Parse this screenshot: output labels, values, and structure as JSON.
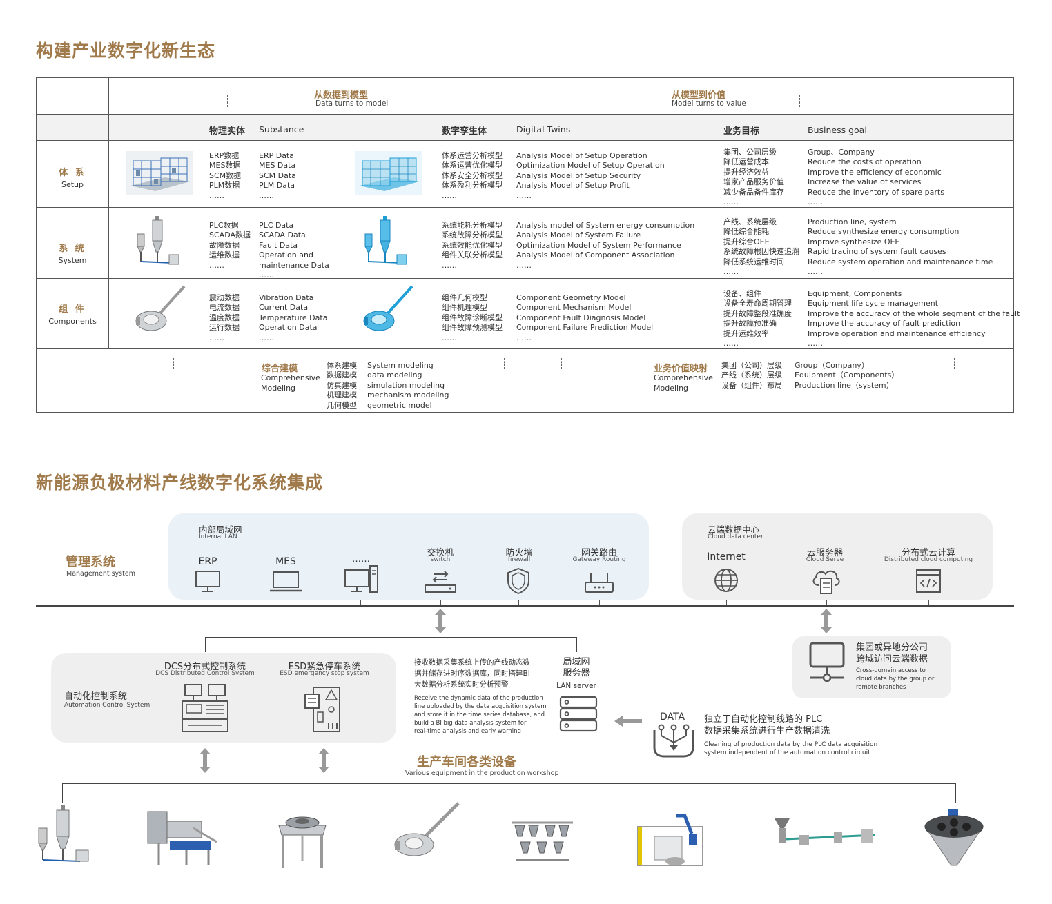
{
  "section1": {
    "title": "构建产业数字化新生态",
    "banner_left_cn": "从数据到模型",
    "banner_left_en": "Data turns to model",
    "banner_right_cn": "从模型到价值",
    "banner_right_en": "Model turns to value",
    "headers": {
      "substance_cn": "物理实体",
      "substance_en": "Substance",
      "twins_cn": "数字孪生体",
      "twins_en": "Digital Twins",
      "goal_cn": "业务目标",
      "goal_en": "Business goal"
    },
    "rows": [
      {
        "name_cn": "体 系",
        "name_en": "Setup",
        "data_cn": [
          "ERP数据",
          "MES数据",
          "SCM数据",
          "PLM数据",
          "……"
        ],
        "data_en": [
          "ERP Data",
          "MES Data",
          "SCM Data",
          "PLM Data",
          "……"
        ],
        "model_cn": [
          "体系运营分析模型",
          "体系运营优化模型",
          "体系安全分析模型",
          "体系盈利分析模型",
          "……"
        ],
        "model_en": [
          "Analysis Model of Setup Operation",
          "Optimization Model of Setup Operation",
          "Analysis Model of Setup Security",
          "Analysis Model of Setup Profit",
          "……"
        ],
        "goal_cn": [
          "集团、公司层级",
          "降低运营成本",
          "提升经济效益",
          "增家产品服务价值",
          "减少备品备件库存",
          "……"
        ],
        "goal_en": [
          "Group、Company",
          "Reduce the costs of operation",
          "Improve the efficiency of economic",
          "Increase the value of services",
          "Reduce the inventory of spare parts",
          "……"
        ]
      },
      {
        "name_cn": "系 统",
        "name_en": "System",
        "data_cn": [
          "PLC数据",
          "SCADA数据",
          "故障数据",
          "运维数据",
          "……"
        ],
        "data_en": [
          "PLC Data",
          "SCADA Data",
          "Fault Data",
          "Operation and",
          "maintenance Data",
          "……"
        ],
        "model_cn": [
          "系统能耗分析模型",
          "系统故障分析模型",
          "系统效能优化模型",
          "组件关联分析模型",
          "……"
        ],
        "model_en": [
          "Analysis model of System energy consumption",
          "Analysis Model of System Failure",
          "Optimization Model of System Performance",
          "Analysis Model of Component Association",
          "……"
        ],
        "goal_cn": [
          "产线、系统层级",
          "降低综合能耗",
          "提升综合OEE",
          "系统故障根因快速追溯",
          "降低系统运维时间",
          "……"
        ],
        "goal_en": [
          "Production line, system",
          "Reduce synthesize energy consumption",
          "Improve synthesize OEE",
          "Rapid tracing of system fault causes",
          "Reduce system operation and maintenance time",
          "……"
        ]
      },
      {
        "name_cn": "组 件",
        "name_en": "Components",
        "data_cn": [
          "震动数据",
          "电流数据",
          "温度数据",
          "运行数据",
          "……"
        ],
        "data_en": [
          "Vibration Data",
          "Current Data",
          "Temperature Data",
          "Operation Data",
          "……"
        ],
        "model_cn": [
          "组件几何模型",
          "组件机理模型",
          "组件故障诊断模型",
          "组件故障预测模型",
          "……"
        ],
        "model_en": [
          "Component Geometry Model",
          "Component Mechanism Model",
          "Component Fault Diagnosis Model",
          "Component Failure Prediction Model",
          "……"
        ],
        "goal_cn": [
          "设备、组件",
          "设备全寿命周期管理",
          "提升故障整段准确度",
          "提升故障预准确",
          "提升运维效率",
          "……"
        ],
        "goal_en": [
          "Equipment, Components",
          "Equipment life cycle management",
          "Improve the accuracy of the whole segment of the fault",
          "Improve the accuracy of fault prediction",
          "Improve operation and maintenance efficiency",
          "……"
        ]
      }
    ],
    "footer_left_cn": "综合建模",
    "footer_left_en": [
      "Comprehensive",
      "Modeling"
    ],
    "footer_left_list_cn": [
      "体系建模",
      "数据建模",
      "仿真建模",
      "机理建模",
      "几何模型"
    ],
    "footer_left_list_en": [
      "System modeling",
      "data modeling",
      "simulation modeling",
      "mechanism modeling",
      "geometric model"
    ],
    "footer_right_cn": "业务价值映射",
    "footer_right_en": [
      "Comprehensive",
      "Modeling"
    ],
    "footer_right_list_cn": [
      "集团（公司）层级",
      "产线（系统）层级",
      "设备（组件）布局"
    ],
    "footer_right_list_en": [
      "Group（Company）",
      "Equipment（Components）",
      "Production line（system）"
    ]
  },
  "section2": {
    "title": "新能源负极材料产线数字化系统集成",
    "mgmt_cn": "管理系统",
    "mgmt_en": "Management system",
    "lan_cn": "内部局域网",
    "lan_en": "Internal LAN",
    "lan_nodes": [
      {
        "cn": "ERP",
        "en": "",
        "icon": "monitor-icon"
      },
      {
        "cn": "MES",
        "en": "",
        "icon": "laptop-icon"
      },
      {
        "cn": "……",
        "en": "",
        "icon": "desktop-icon"
      },
      {
        "cn": "交换机",
        "en": "switch",
        "icon": "switch-icon"
      },
      {
        "cn": "防火墙",
        "en": "firewall",
        "icon": "shield-icon"
      },
      {
        "cn": "网关路由",
        "en": "Gateway Routing",
        "icon": "router-icon"
      }
    ],
    "cloud_cn": "云端数据中心",
    "cloud_en": "Cloud data center",
    "cloud_nodes": [
      {
        "cn": "Internet",
        "en": "",
        "icon": "globe-icon"
      },
      {
        "cn": "云服务器",
        "en": "Cloud Serve",
        "icon": "cloud-server-icon"
      },
      {
        "cn": "分布式云计算",
        "en": "Distributed cloud computing",
        "icon": "code-icon"
      }
    ],
    "remote_cn": [
      "集团或异地分公司",
      "跨域访问云端数据"
    ],
    "remote_en": [
      "Cross-domain access to",
      "cloud data by the group or",
      "remote branches"
    ],
    "auto_cn": "自动化控制系统",
    "auto_en": "Automation Control System",
    "dcs_cn": "DCS分布式控制系统",
    "dcs_en": "DCS Distributed Control System",
    "esd_cn": "ESD紧急停车系统",
    "esd_en": "ESD emergency stop system",
    "lan_server_desc_cn": [
      "接收数据采集系统上传的产线动态数",
      "据并储存进时序数据库，同时搭建BI",
      "大数据分析系统实时分析预警"
    ],
    "lan_server_desc_en": [
      "Receive the dynamic data of the production",
      "line uploaded by the data acquisition system",
      "and store it in the time series database, and",
      "build a BI big data analysis system for",
      "real-time analysis and early warning"
    ],
    "lan_server_cn": [
      "局域网",
      "服务器"
    ],
    "lan_server_en": "LAN server",
    "data_label": "DATA",
    "plc_cn": [
      "独立于自动化控制线路的 PLC",
      "数据采集系统进行生产数据清洗"
    ],
    "plc_en": [
      "Cleaning of production data by the PLC data acquisition",
      "system independent of the automation control circuit"
    ],
    "workshop_cn": "生产车间各类设备",
    "workshop_en": "Various equipment in the production workshop"
  }
}
